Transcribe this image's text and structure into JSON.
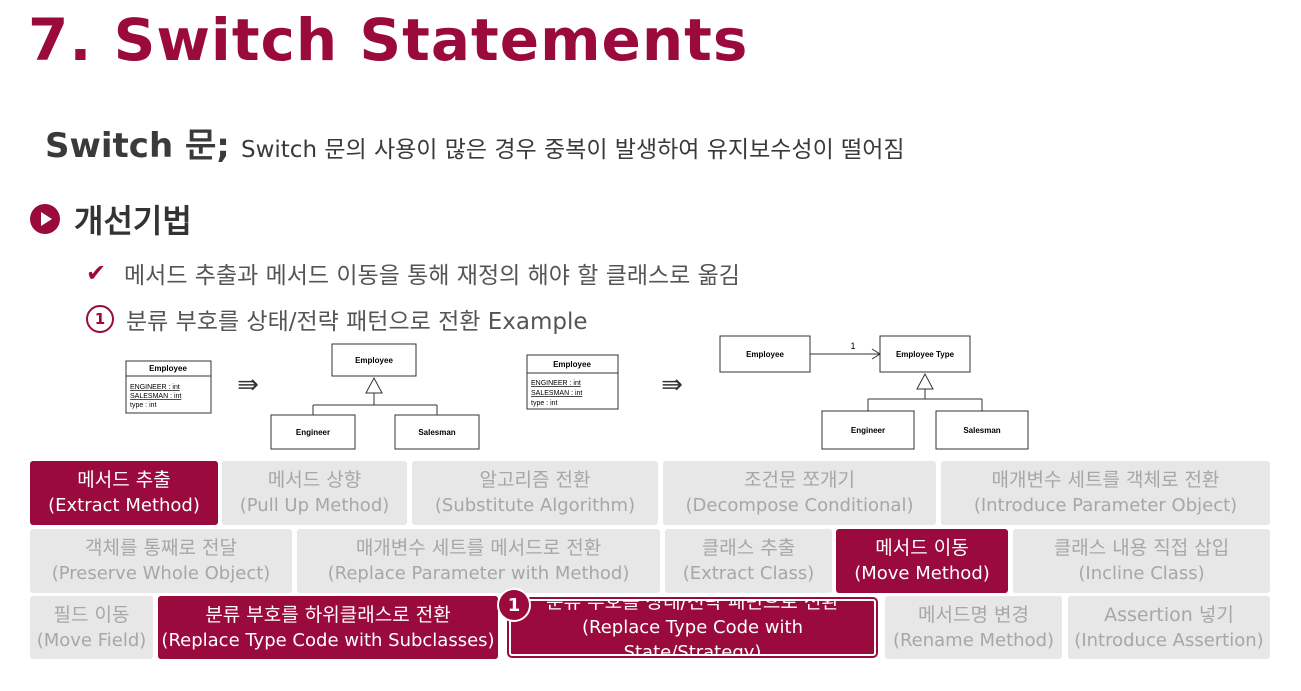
{
  "title": "7. Switch Statements",
  "subtitle": {
    "main": "Switch 문;",
    "desc": "Switch 문의 사용이 많은 경우 중복이 발생하여 유지보수성이 떨어짐"
  },
  "section": {
    "label": "개선기법",
    "icon": "play-circle-icon"
  },
  "bullets": [
    {
      "icon": "checkmark-icon",
      "text": "메서드 추출과 메서드 이동을 통해 재정의 해야 할 클래스로 옮김"
    },
    {
      "icon": "number-one-icon",
      "marker": "1",
      "text": "분류 부호를 상태/전략 패턴으로 전환 Example"
    }
  ],
  "diagram": {
    "left_before": {
      "name": "Employee",
      "fields": [
        "ENGINEER : int",
        "SALESMAN : int",
        "type : int"
      ]
    },
    "left_after": {
      "base": "Employee",
      "subs": [
        "Engineer",
        "Salesman"
      ]
    },
    "right_before": {
      "name": "Employee",
      "fields": [
        "ENGINEER : int",
        "SALESMAN : int",
        "type : int"
      ]
    },
    "right_after": {
      "owner": "Employee",
      "multiplicity": "1",
      "base": "Employee Type",
      "subs": [
        "Engineer",
        "Salesman"
      ]
    },
    "arrow": "⇛"
  },
  "techniques": [
    {
      "ko": "메서드 추출",
      "en": "(Extract Method)",
      "style": "red"
    },
    {
      "ko": "메서드 상향",
      "en": "(Pull Up Method)",
      "style": "gray"
    },
    {
      "ko": "알고리즘 전환",
      "en": "(Substitute Algorithm)",
      "style": "gray"
    },
    {
      "ko": "조건문 쪼개기",
      "en": "(Decompose Conditional)",
      "style": "gray"
    },
    {
      "ko": "매개변수 세트를 객체로 전환",
      "en": "(Introduce Parameter Object)",
      "style": "gray"
    },
    {
      "ko": "객체를 통째로 전달",
      "en": "(Preserve Whole Object)",
      "style": "gray"
    },
    {
      "ko": "매개변수 세트를 메서드로 전환",
      "en": "(Replace Parameter with Method)",
      "style": "gray"
    },
    {
      "ko": "클래스 추출",
      "en": "(Extract Class)",
      "style": "gray"
    },
    {
      "ko": "메서드 이동",
      "en": "(Move Method)",
      "style": "red"
    },
    {
      "ko": "클래스 내용 직접 삽입",
      "en": "(Incline Class)",
      "style": "gray"
    },
    {
      "ko": "필드 이동",
      "en": "(Move Field)",
      "style": "gray"
    },
    {
      "ko": "분류 부호를 하위클래스로 전환",
      "en": "(Replace Type Code with Subclasses)",
      "style": "red"
    },
    {
      "ko": "분류 부호를 상태/전략 패턴으로 전환",
      "en": "(Replace Type Code with State/Strategy)",
      "style": "outline"
    },
    {
      "ko": "메서드명 변경",
      "en": "(Rename Method)",
      "style": "gray"
    },
    {
      "ko": "Assertion 넣기",
      "en": "(Introduce Assertion)",
      "style": "gray"
    }
  ],
  "badge": "1"
}
